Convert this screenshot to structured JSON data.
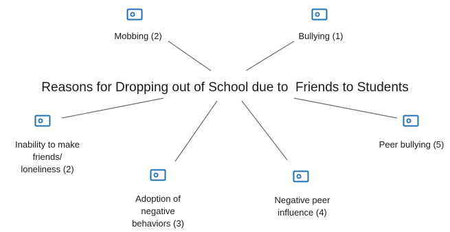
{
  "diagram": {
    "center": {
      "title": "Reasons for Dropping out of School due to  Friends to Students"
    },
    "nodes": [
      {
        "id": "mobbing",
        "label": "Mobbing (2)",
        "icon": "code-icon"
      },
      {
        "id": "bullying",
        "label": "Bullying (1)",
        "icon": "code-icon"
      },
      {
        "id": "inability",
        "label": "Inability to make\nfriends/\nloneliness (2)",
        "icon": "code-icon"
      },
      {
        "id": "adoption",
        "label": "Adoption of\nnegative\nbehaviors (3)",
        "icon": "code-icon"
      },
      {
        "id": "negative-peer",
        "label": "Negative peer\ninfluence (4)",
        "icon": "code-icon"
      },
      {
        "id": "peer-bullying",
        "label": "Peer bullying (5)",
        "icon": "code-icon"
      }
    ],
    "colors": {
      "icon": "#1f6fb5",
      "line": "#6b6b6b",
      "text": "#1a1a1a"
    }
  }
}
